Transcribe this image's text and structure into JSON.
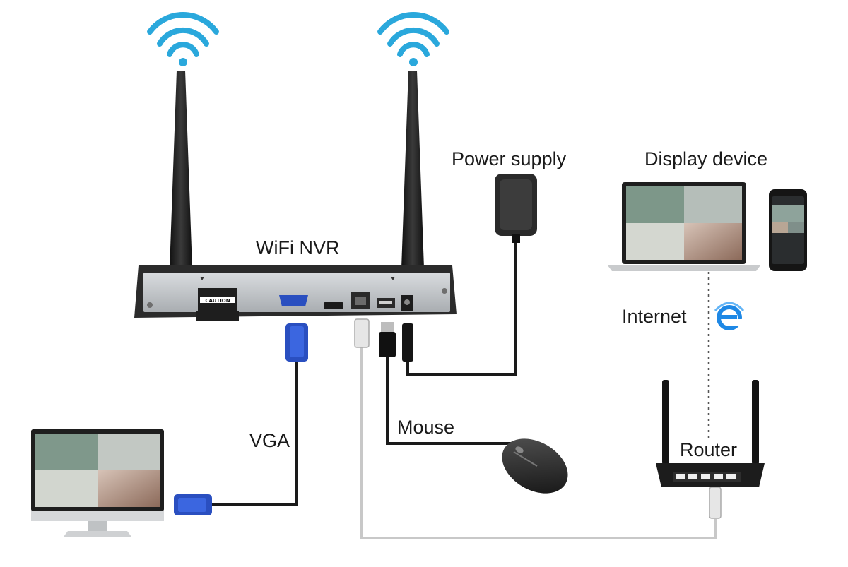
{
  "labels": {
    "nvr": "WiFi NVR",
    "power_supply": "Power supply",
    "display_device": "Display device",
    "internet": "Internet",
    "vga": "VGA",
    "mouse": "Mouse",
    "router": "Router",
    "caution": "CAUTION"
  },
  "colors": {
    "wifi_signal": "#2aa8dc",
    "cable_black": "#1a1a1a",
    "cable_gray": "#c8c8c8",
    "vga_connector": "#2a4fc0",
    "nvr_body": "#2b2b2b",
    "nvr_panel": "#bfc3c7",
    "internet_icon": "#1e88e5"
  },
  "icons": [
    "wifi-signal-icon",
    "internet-explorer-icon"
  ]
}
